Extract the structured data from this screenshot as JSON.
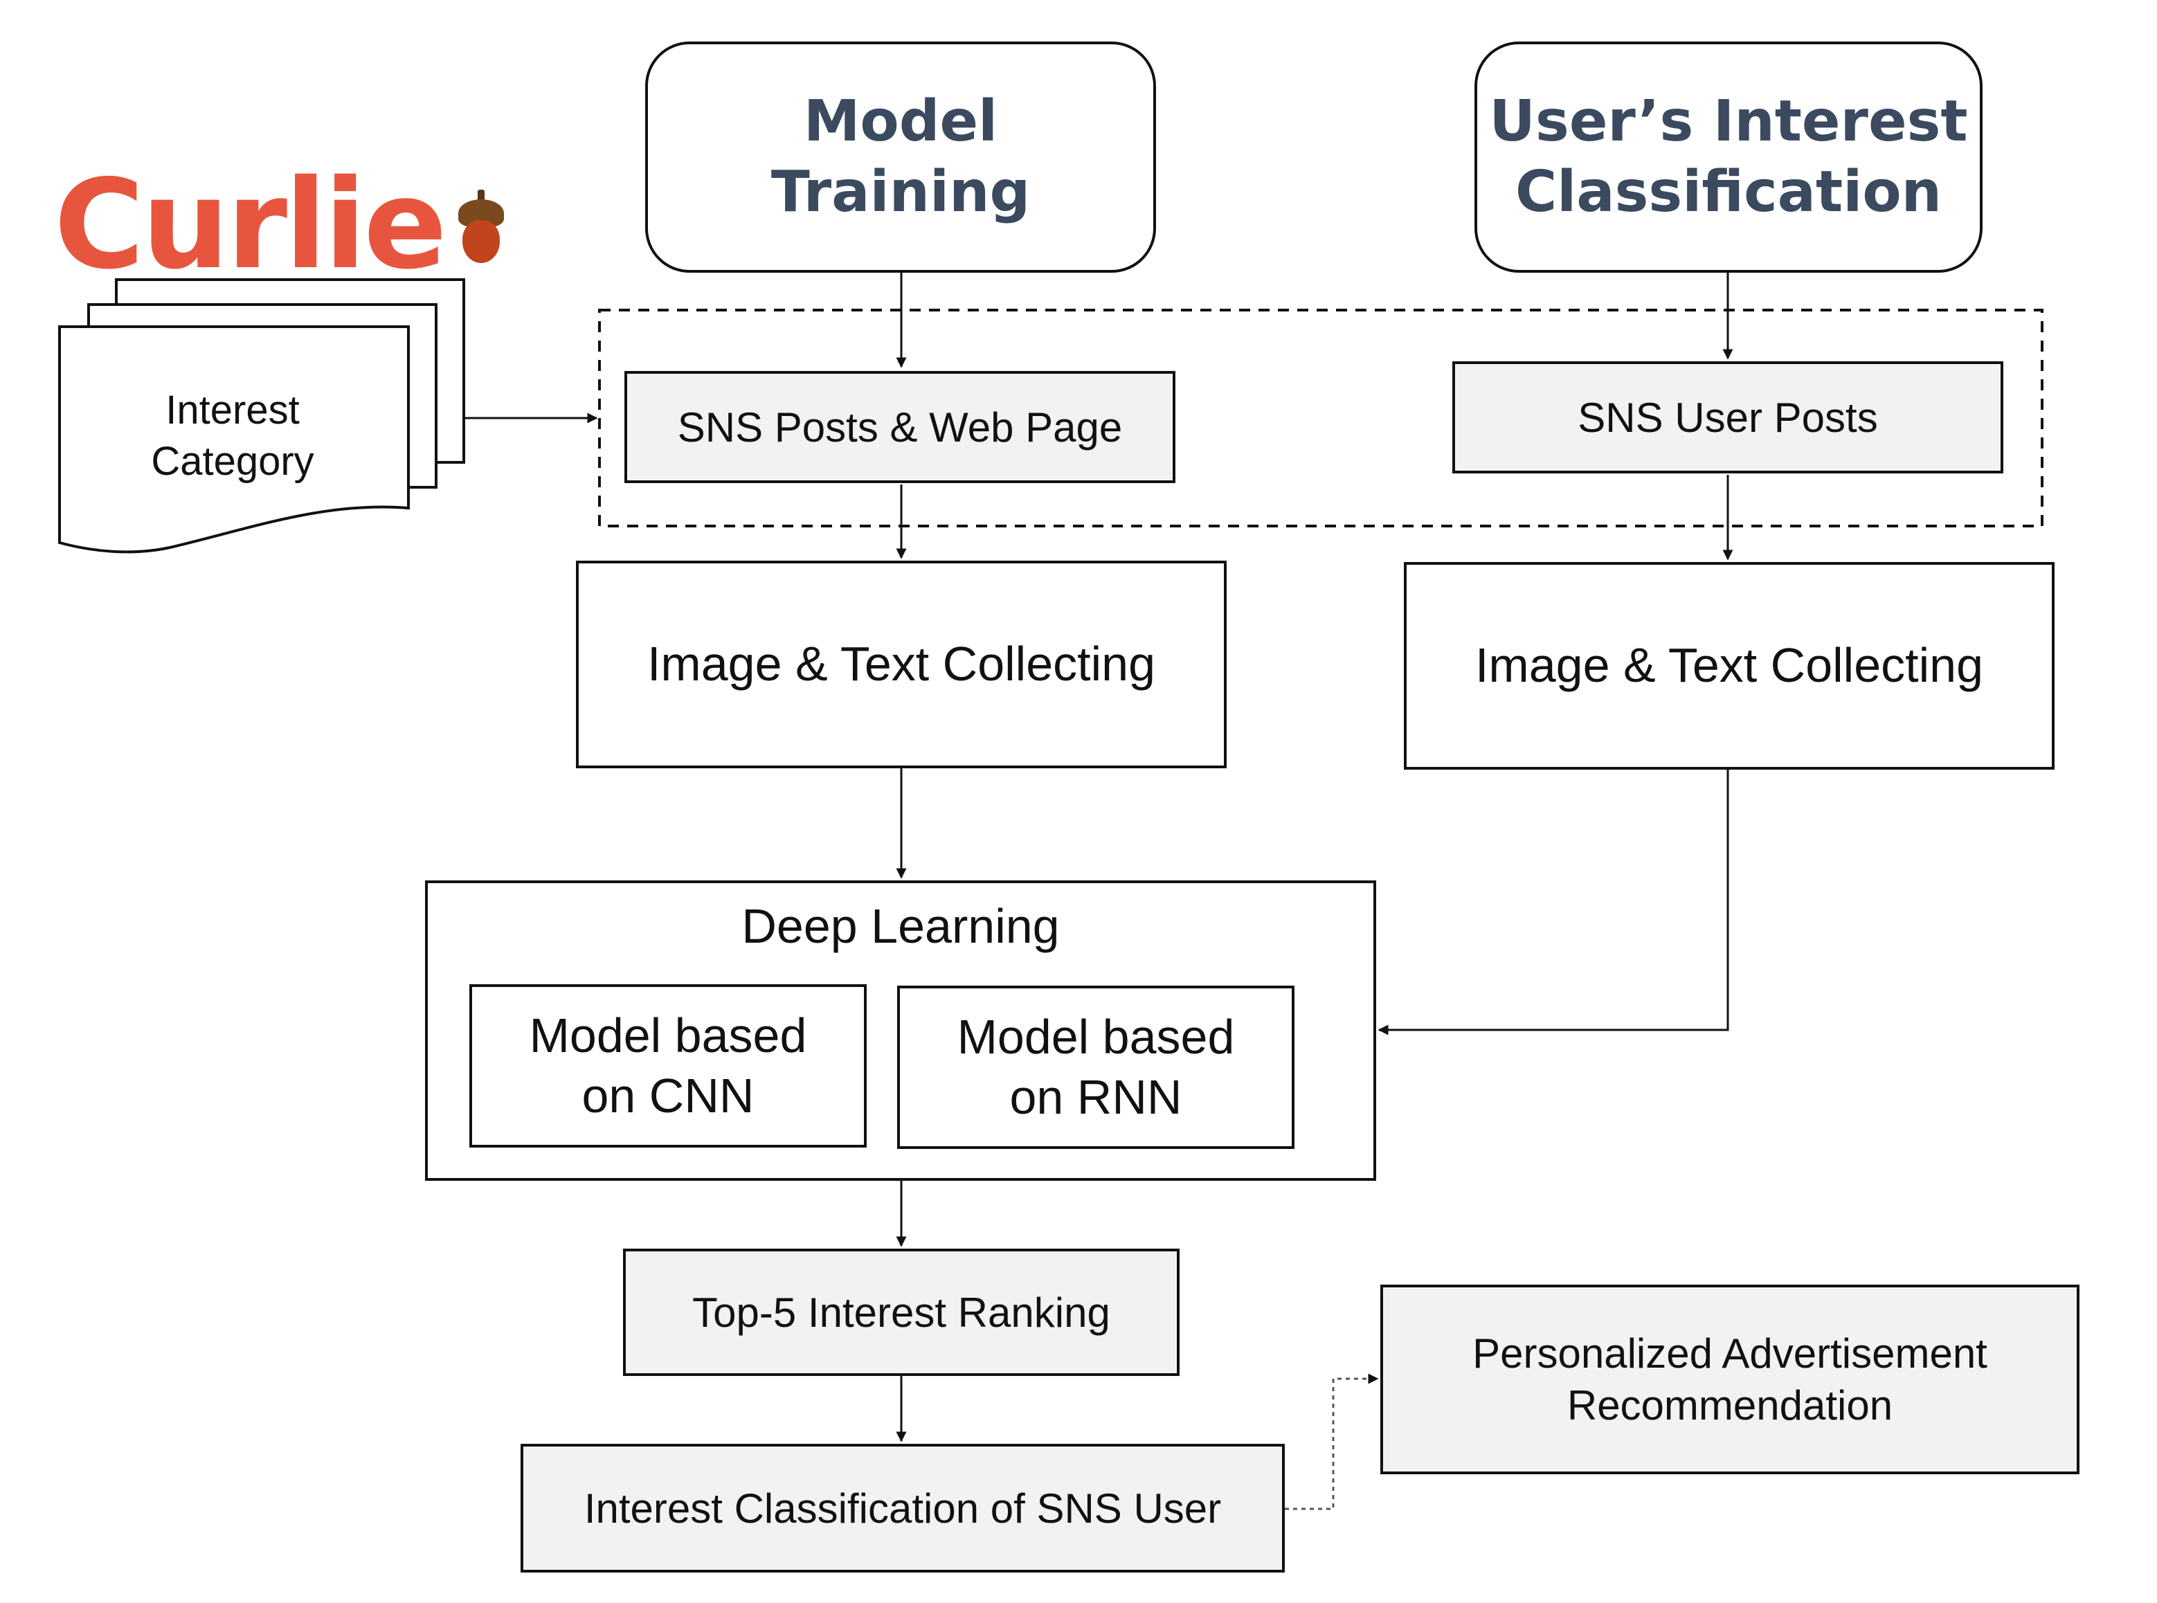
{
  "logo": {
    "text": "Curlie",
    "acorn_icon": "acorn-icon"
  },
  "interest_category": {
    "label": "Interest\nCategory"
  },
  "headers": {
    "model_training": "Model\nTraining",
    "user_interest": "User’s Interest\nClassification"
  },
  "inputs": {
    "sns_web": "SNS Posts & Web Page",
    "sns_user": "SNS User Posts"
  },
  "collecting": {
    "left": "Image & Text Collecting",
    "right": "Image & Text Collecting"
  },
  "deep_learning": {
    "title": "Deep Learning",
    "cnn": "Model based\non CNN",
    "rnn": "Model based\non RNN"
  },
  "ranking": "Top-5 Interest Ranking",
  "classification": "Interest Classification of SNS User",
  "advertisement": "Personalized Advertisement\nRecommendation",
  "colors": {
    "logo": "#e8553e",
    "header_text": "#3b4a5e",
    "box_fill": "#f2f2f2"
  }
}
